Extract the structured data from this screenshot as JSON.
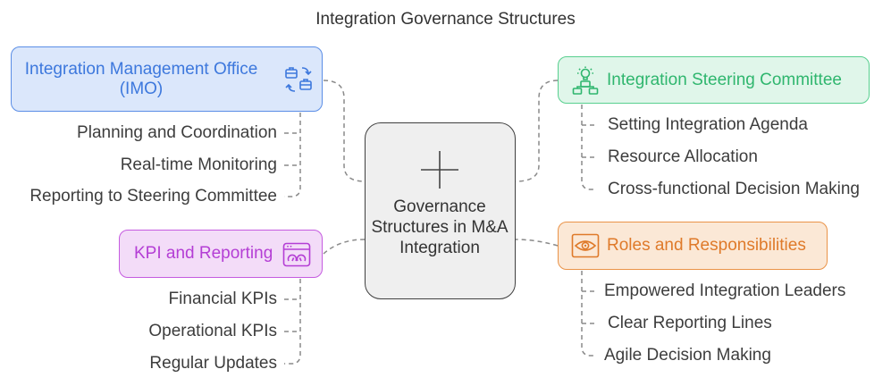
{
  "title": "Integration Governance Structures",
  "center": {
    "label": "Governance Structures in M&A Integration",
    "icon": "plus-icon"
  },
  "imo": {
    "label": "Integration Management Office (IMO)",
    "icon": "briefcase-exchange-icon",
    "color": "#3d78dd",
    "items": [
      "Planning and Coordination",
      "Real-time Monitoring",
      "Reporting to Steering Committee"
    ]
  },
  "steering": {
    "label": "Integration Steering Committee",
    "icon": "idea-hierarchy-icon",
    "color": "#2fb66e",
    "items": [
      "Setting Integration Agenda",
      "Resource Allocation",
      "Cross-functional Decision Making"
    ]
  },
  "kpi": {
    "label": "KPI and Reporting",
    "icon": "dashboard-icon",
    "color": "#b43ed5",
    "items": [
      "Financial KPIs",
      "Operational KPIs",
      "Regular Updates"
    ]
  },
  "roles": {
    "label": "Roles and Responsibilities",
    "icon": "eye-icon",
    "color": "#df7a2a",
    "items": [
      "Empowered Integration Leaders",
      "Clear Reporting Lines",
      "Agile Decision Making"
    ]
  }
}
